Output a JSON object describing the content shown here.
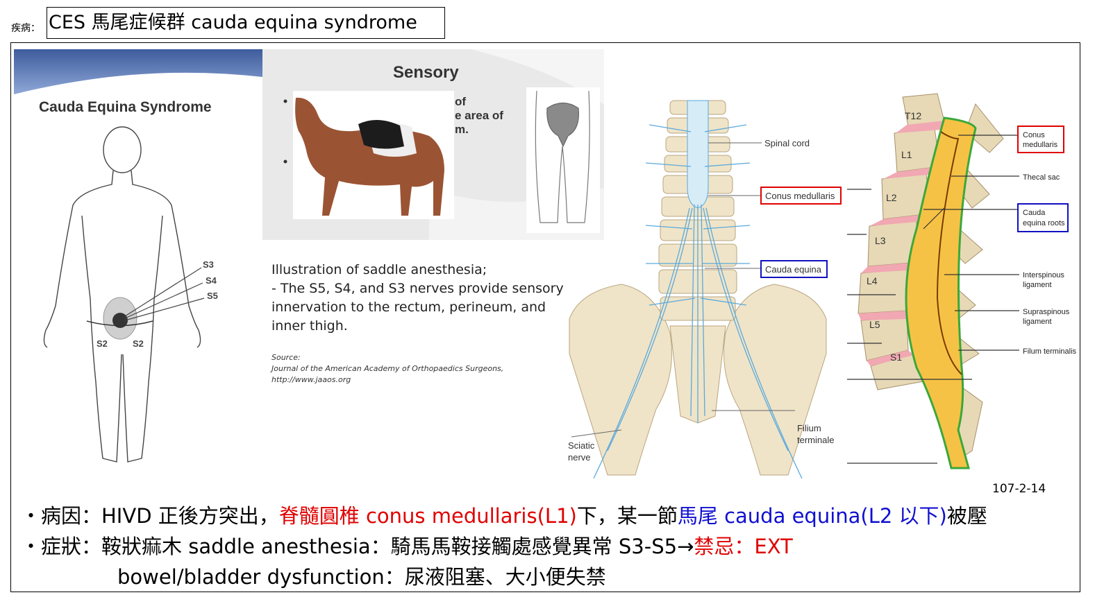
{
  "header": {
    "prefix": "疾病：",
    "title": "CES 馬尾症候群 cauda equina syndrome"
  },
  "figure_ces": {
    "heading": "Cauda Equina Syndrome",
    "labels": [
      "S3",
      "S4",
      "S5",
      "S2",
      "S2"
    ]
  },
  "figure_sensory": {
    "heading": "Sensory",
    "fragments": [
      "of",
      "e area of",
      "m."
    ]
  },
  "caption": {
    "lines": [
      "Illustration of saddle anesthesia;",
      "- The S5, S4, and S3 nerves provide sensory",
      "innervation to the rectum, perineum, and",
      "inner thigh."
    ],
    "source_lines": [
      "Source:",
      "Journal of the American Academy of Orthopaedics Surgeons,",
      "http://www.jaaos.org"
    ]
  },
  "figure_spine": {
    "labels": {
      "spinal_cord": "Spinal cord",
      "conus": "Conus medullaris",
      "cauda": "Cauda equina",
      "filium": "Filium",
      "terminale": "terminale",
      "sciatic": "Sciatic",
      "nerve": "nerve"
    },
    "colors": {
      "conus_box": "#e00000",
      "cauda_box": "#1010c0",
      "nerve": "#5aa9dc"
    }
  },
  "figure_sagittal": {
    "vertebrae": [
      "T12",
      "L1",
      "L2",
      "L3",
      "L4",
      "L5",
      "S1"
    ],
    "labels": {
      "conus_1": "Conus",
      "conus_2": "medullaris",
      "thecal": "Thecal sac",
      "cauda_1": "Cauda",
      "cauda_2": "equina roots",
      "inter_1": "Interspinous",
      "inter_2": "ligament",
      "supra_1": "Supraspinous",
      "supra_2": "ligament",
      "filum": "Filum terminalis"
    }
  },
  "date": "107-2-14",
  "bullets": {
    "b1_a": "・病因：HIVD 正後方突出，",
    "b1_b": "脊髓圓椎 conus medullaris(L1)",
    "b1_c": "下，某一節",
    "b1_d": "馬尾 cauda equina(L2 以下)",
    "b1_e": "被壓",
    "b2_a": "・症狀：鞍狀痲木 saddle anesthesia：騎馬馬鞍接觸處感覺異常 S3-S5→",
    "b2_b": "禁忌：EXT",
    "b3": "bowel/bladder dysfunction：尿液阻塞、大小便失禁"
  },
  "colors": {
    "red": "#e00000",
    "blue": "#1010d0"
  }
}
